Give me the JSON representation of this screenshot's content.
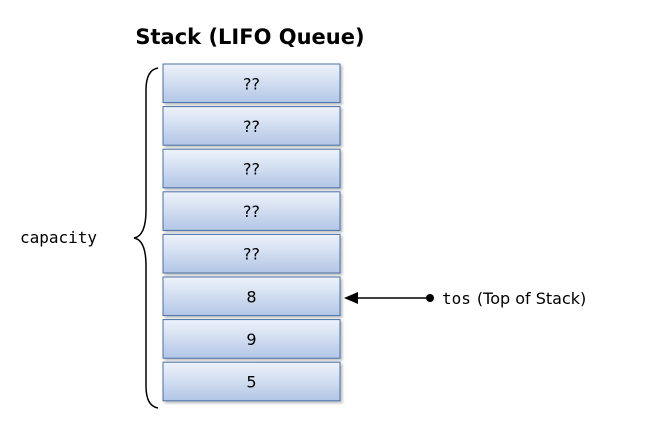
{
  "title": "Stack (LIFO Queue)",
  "cells": [
    {
      "value": "??"
    },
    {
      "value": "??"
    },
    {
      "value": "??"
    },
    {
      "value": "??"
    },
    {
      "value": "??"
    },
    {
      "value": "8"
    },
    {
      "value": "9"
    },
    {
      "value": "5"
    }
  ],
  "capacity_label": "capacity",
  "tos": {
    "code": "tos",
    "description": "(Top of Stack)",
    "points_to_cell": 5
  },
  "colors": {
    "cell_fill_top": "#eef3fa",
    "cell_fill_bottom": "#b3c6e6",
    "cell_border": "#4a6fa5"
  }
}
